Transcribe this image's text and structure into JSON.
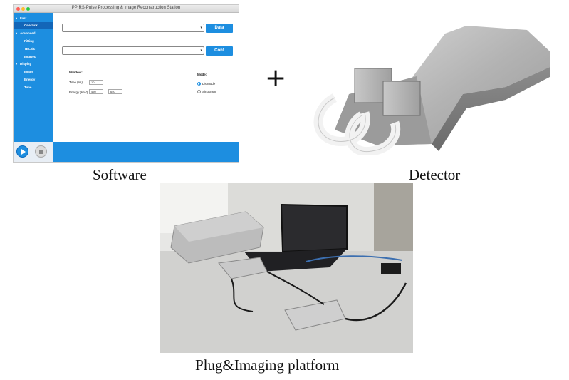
{
  "window": {
    "title": "PPIRS-Pulse Processing & Image Reconstruction Station"
  },
  "sidebar": {
    "items": [
      {
        "label": "Fast",
        "level": 0,
        "expanded": true
      },
      {
        "label": "Oneclick",
        "level": 1,
        "selected": true
      },
      {
        "label": "Advanced",
        "level": 0,
        "expanded": true
      },
      {
        "label": "Fitting",
        "level": 1
      },
      {
        "label": "TECalc",
        "level": 1
      },
      {
        "label": "ImgRec",
        "level": 1
      },
      {
        "label": "Display",
        "level": 0,
        "expanded": true
      },
      {
        "label": "Image",
        "level": 1
      },
      {
        "label": "Energy",
        "level": 1
      },
      {
        "label": "Time",
        "level": 1
      }
    ]
  },
  "main": {
    "data_button": "Data",
    "conf_button": "Conf",
    "window_section": {
      "title": "Window:",
      "time_label": "Time (ns)",
      "time_value": "10",
      "energy_label": "Energy (keV)",
      "energy_min": "450",
      "energy_sep": "~",
      "energy_max": "650"
    },
    "mode_section": {
      "title": "Mode:",
      "options": [
        "Listmode",
        "Sinogram"
      ],
      "selected": "Listmode"
    }
  },
  "captions": {
    "software": "Software",
    "detector": "Detector",
    "platform": "Plug&Imaging platform",
    "plus": "+"
  },
  "colors": {
    "accent": "#1d8ee0",
    "selected": "#1366b8"
  }
}
